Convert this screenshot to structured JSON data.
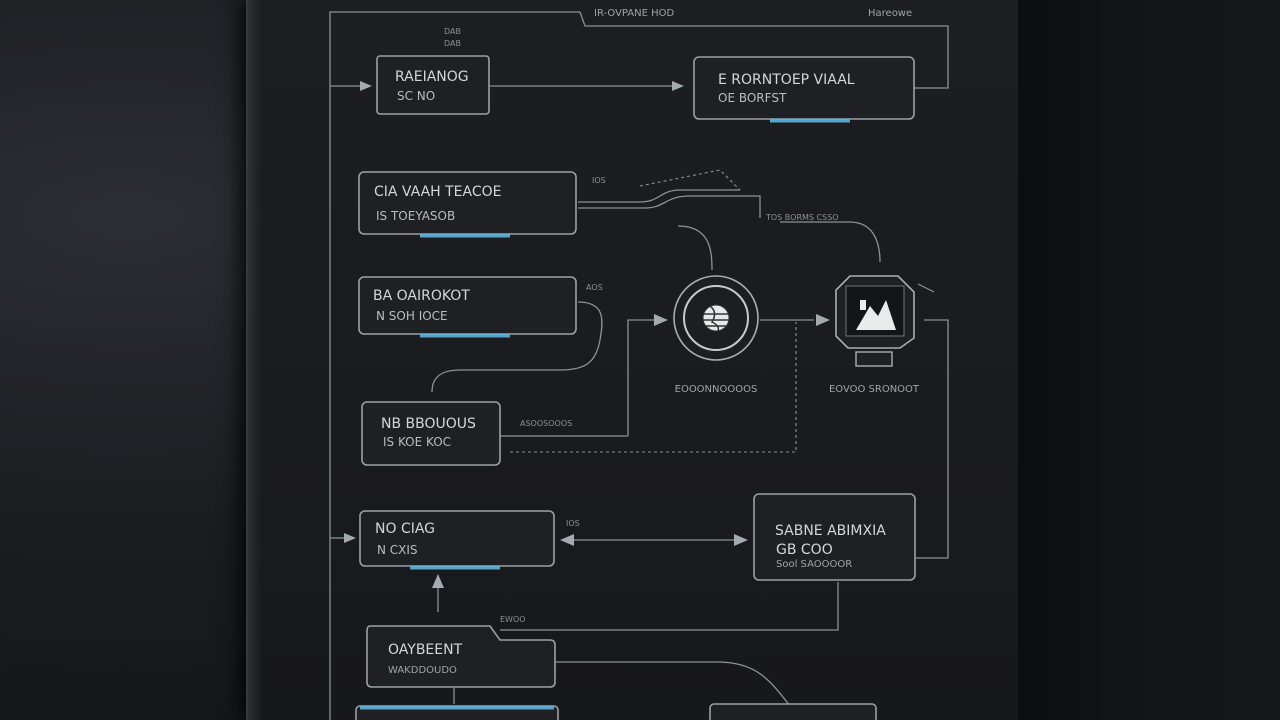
{
  "header": {
    "top_center": "IR-OVPANE HOD",
    "top_right": "Hareowe",
    "corner_tag": "DAB"
  },
  "nodes": {
    "top_left": {
      "line1": "RAEIANOG",
      "line2": "SC NO"
    },
    "top_right": {
      "line1": "E RORNTOEP VIAAL",
      "line2": "OE BORFST"
    },
    "mid_left_1": {
      "line1": "CIA VAAH TEACOE",
      "line2": "IS TOEYASOB"
    },
    "mid_left_2": {
      "line1": "BA OAIROKOT",
      "line2": "N SOH IOCE"
    },
    "mid_left_3": {
      "line1": "NB BBOUOUS",
      "line2": "IS KOE KOC"
    },
    "lower_left": {
      "line1": "NO CIAG",
      "line2": "N CXIS"
    },
    "lower_right": {
      "line1": "SABNE ABIMXIA",
      "line2": "GB COO",
      "line3": "Sool SAOOOOR"
    },
    "bottom_left": {
      "line1": "OAYBEENT",
      "line2": "WAKDDOUDO"
    }
  },
  "circle_node": {
    "label": "EOOONNOOOOS"
  },
  "device_node": {
    "label": "EOVOO SRONOOT"
  },
  "annotations": {
    "a1": "IOS",
    "a2": "TOS BORMS CSSO",
    "a3": "AOS",
    "a4": "ASOOSOOOS",
    "a5": "IOS",
    "a6": "EWOO"
  },
  "colors": {
    "accent_glow": "#4fc3f7",
    "line": "#8b9298",
    "box_stroke": "#9aa1a8",
    "text": "#d3d7db"
  }
}
